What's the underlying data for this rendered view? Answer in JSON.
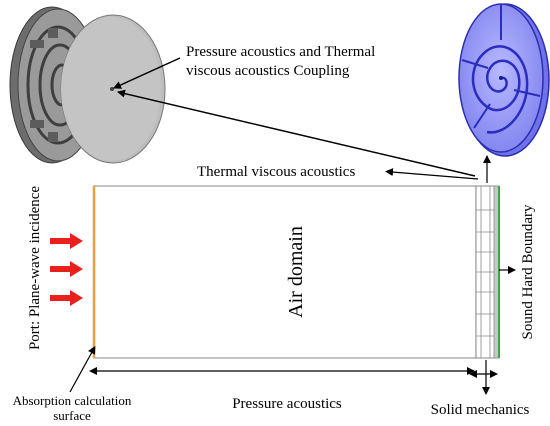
{
  "labels": {
    "coupling_line1": "Pressure acoustics and Thermal",
    "coupling_line2": "viscous acoustics Coupling",
    "thermal_viscous": "Thermal viscous acoustics",
    "port": "Port: Plane-wave incidence",
    "air_domain": "Air domain",
    "sound_hard": "Sound Hard Boundary",
    "absorption_line1": "Absorption calculation",
    "absorption_line2": "surface",
    "pressure_acoustics": "Pressure acoustics",
    "solid_mechanics": "Solid mechanics"
  },
  "colors": {
    "incident_arrow": "#e8211c",
    "port_boundary": "#e8a040",
    "sound_hard_boundary": "#3aa84a",
    "metamaterial_blue": "#4a4ee0",
    "disk_gray": "#bdbdbd"
  }
}
